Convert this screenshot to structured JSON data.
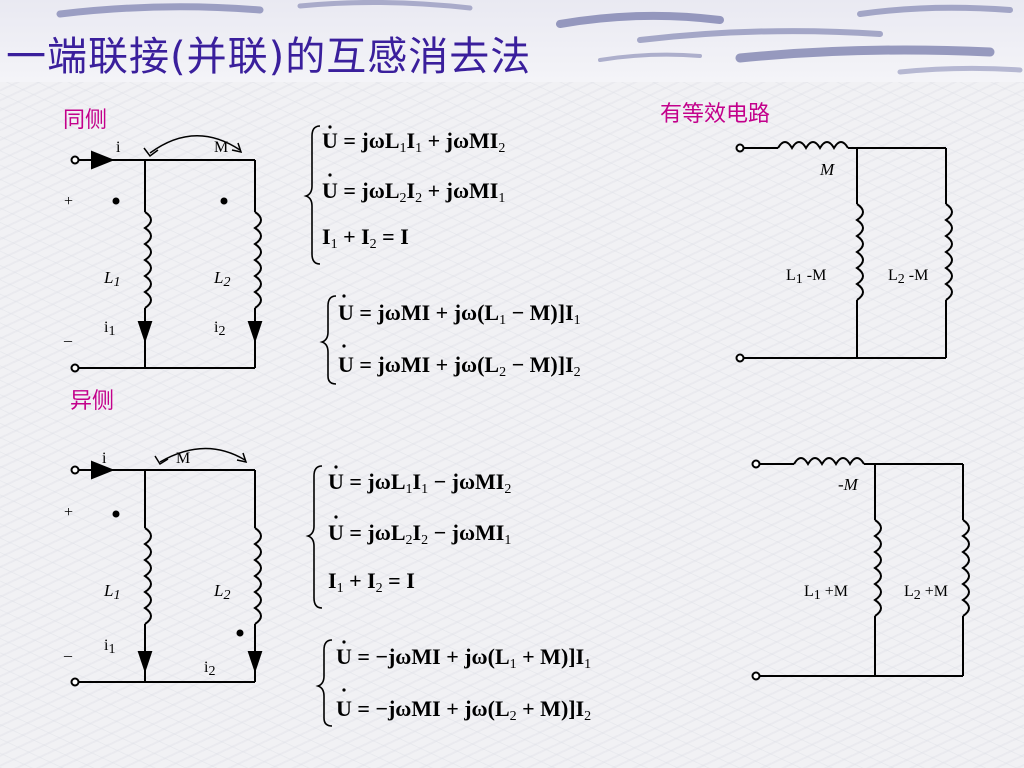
{
  "title": "一端联接(并联)的互感消去法",
  "sections": {
    "same_side": "同侧",
    "opposite_side": "异侧",
    "equivalent": "有等效电路"
  },
  "circuit_top": {
    "current": "i",
    "mutual": "M",
    "plus": "+",
    "minus": "_",
    "L1": "L",
    "L1_sub": "1",
    "L2": "L",
    "L2_sub": "2",
    "i1": "i",
    "i1_sub": "1",
    "i2": "i",
    "i2_sub": "2"
  },
  "circuit_bottom": {
    "current": "i",
    "mutual": "M",
    "plus": "+",
    "minus": "_",
    "L1": "L",
    "L1_sub": "1",
    "L2": "L",
    "L2_sub": "2",
    "i1": "i",
    "i1_sub": "1",
    "i2": "i",
    "i2_sub": "2"
  },
  "equiv_top": {
    "series": "M",
    "left_L": "L",
    "left_sub": "1",
    "left_suffix": " -M",
    "right_L": "L",
    "right_sub": "2",
    "right_suffix": " -M"
  },
  "equiv_bottom": {
    "series": "-M",
    "left_L": "L",
    "left_sub": "1",
    "left_suffix": " +M",
    "right_L": "L",
    "right_sub": "2",
    "right_suffix": " +M"
  },
  "equations": {
    "top_a1": "U = jωL",
    "top_a1_sub": "1",
    "top_a1_i": "I",
    "top_a1_isub": "1",
    "top_a1_rest": " + jωMI",
    "top_a1_restsub": "2",
    "top_a2": "U = jωL",
    "top_a2_sub": "2",
    "top_a2_i": "I",
    "top_a2_isub": "2",
    "top_a2_rest": " + jωMI",
    "top_a2_restsub": "1",
    "top_a3_left": "I",
    "top_a3_sub1": "1",
    "top_a3_plus": " + I",
    "top_a3_sub2": "2",
    "top_a3_rest": " = I",
    "top_b1": "U = jωMI + jω(L",
    "top_b1_sub": "1",
    "top_b1_rest": " − M)]I",
    "top_b1_restsub": "1",
    "top_b2": "U = jωMI + jω(L",
    "top_b2_sub": "2",
    "top_b2_rest": " − M)]I",
    "top_b2_restsub": "2",
    "bot_a1": "U = jωL",
    "bot_a1_sub": "1",
    "bot_a1_i": "I",
    "bot_a1_isub": "1",
    "bot_a1_rest": " − jωMI",
    "bot_a1_restsub": "2",
    "bot_a2": "U = jωL",
    "bot_a2_sub": "2",
    "bot_a2_i": "I",
    "bot_a2_isub": "2",
    "bot_a2_rest": " − jωMI",
    "bot_a2_restsub": "1",
    "bot_a3_left": "I",
    "bot_a3_sub1": "1",
    "bot_a3_plus": " + I",
    "bot_a3_sub2": "2",
    "bot_a3_rest": " = I",
    "bot_b1": "U = −jωMI + jω(L",
    "bot_b1_sub": "1",
    "bot_b1_rest": " + M)]I",
    "bot_b1_restsub": "1",
    "bot_b2": "U = −jωMI + jω(L",
    "bot_b2_sub": "2",
    "bot_b2_rest": " + M)]I",
    "bot_b2_restsub": "2"
  },
  "colors": {
    "title": "#3a1f9c",
    "section": "#c3008b",
    "swoosh": "#4a4f8f"
  }
}
